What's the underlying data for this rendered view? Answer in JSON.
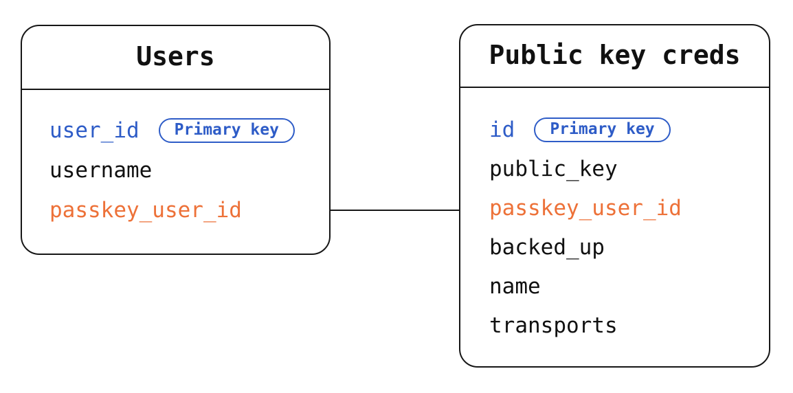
{
  "colors": {
    "black": "#111111",
    "blue": "#2e5cc7",
    "orange": "#ed7138",
    "border": "#161616",
    "background": "#ffffff"
  },
  "tables": [
    {
      "title": "Users",
      "fields": [
        {
          "name": "user_id",
          "color": "blue",
          "badge": "Primary key"
        },
        {
          "name": "username",
          "color": "black"
        },
        {
          "name": "passkey_user_id",
          "color": "orange"
        }
      ]
    },
    {
      "title": "Public key creds",
      "fields": [
        {
          "name": "id",
          "color": "blue",
          "badge": "Primary key"
        },
        {
          "name": "public_key",
          "color": "black"
        },
        {
          "name": "passkey_user_id",
          "color": "orange"
        },
        {
          "name": "backed_up",
          "color": "black"
        },
        {
          "name": "name",
          "color": "black"
        },
        {
          "name": "transports",
          "color": "black"
        }
      ]
    }
  ],
  "connector": {
    "from_table": "Users",
    "from_field": "passkey_user_id",
    "to_table": "Public key creds",
    "to_field": "passkey_user_id"
  }
}
